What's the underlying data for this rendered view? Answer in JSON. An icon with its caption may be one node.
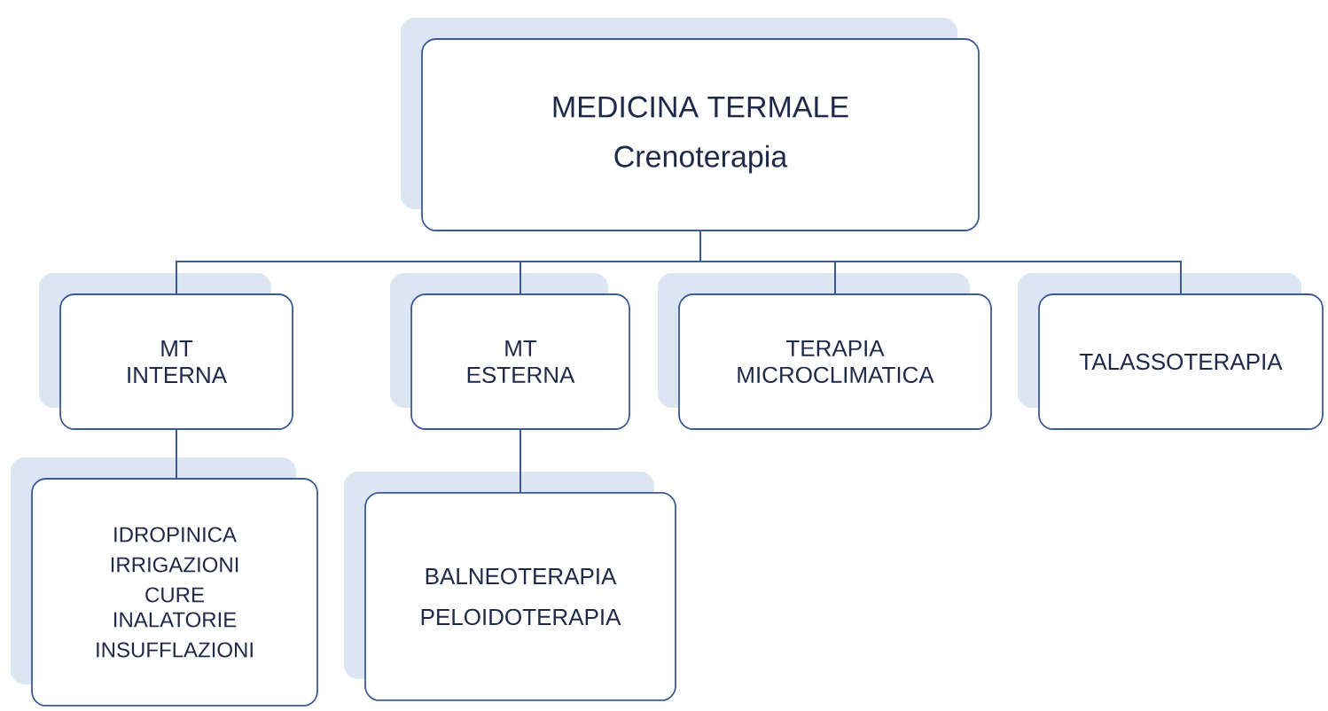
{
  "diagram": {
    "nodes": [
      {
        "text": [
          "MEDICINA TERMALE",
          "Crenoterapia"
        ]
      },
      {
        "text": [
          "MT INTERNA"
        ]
      },
      {
        "text": [
          "MT ESTERNA"
        ]
      },
      {
        "text": [
          "TERAPIA MICROCLIMATICA"
        ]
      },
      {
        "text": [
          "TALASSOTERAPIA"
        ]
      },
      {
        "text": [
          "IDROPINICA",
          "IRRIGAZIONI",
          "CURE INALATORIE",
          "INSUFFLAZIONI"
        ]
      },
      {
        "text": [
          "BALNEOTERAPIA",
          "PELOIDOTERAPIA"
        ]
      }
    ],
    "edges": [
      {
        "from": 0,
        "to": 1,
        "arrow": "none"
      },
      {
        "from": 0,
        "to": 2,
        "arrow": "none"
      },
      {
        "from": 0,
        "to": 3,
        "arrow": "none"
      },
      {
        "from": 0,
        "to": 4,
        "arrow": "none"
      },
      {
        "from": 1,
        "to": 5,
        "arrow": "none"
      },
      {
        "from": 2,
        "to": 6,
        "arrow": "none"
      }
    ]
  }
}
